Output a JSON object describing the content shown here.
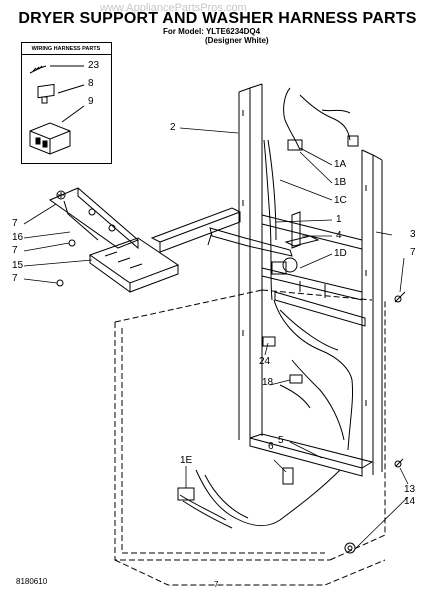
{
  "watermark": "www.AppliancePartsPros.com",
  "header": {
    "title": "DRYER SUPPORT AND WASHER HARNESS PARTS",
    "model_line": "For Model: YLTE6234DQ4",
    "color_line": "(Designer White)"
  },
  "legend": {
    "heading": "WIRING HARNESS PARTS",
    "items": [
      "23",
      "8",
      "9"
    ]
  },
  "callouts": {
    "c2": "2",
    "c1A": "1A",
    "c1B": "1B",
    "c1C": "1C",
    "c1": "1",
    "c4": "4",
    "c1D": "1D",
    "c3": "3",
    "c7r": "7",
    "c7a": "7",
    "c16": "16",
    "c7b": "7",
    "c15": "15",
    "c7c": "7",
    "c24": "24",
    "c18": "18",
    "c5": "5",
    "c6": "6",
    "c1E": "1E",
    "c13": "13",
    "c14": "14"
  },
  "footer": {
    "doc_number": "8180610",
    "page": "7"
  }
}
